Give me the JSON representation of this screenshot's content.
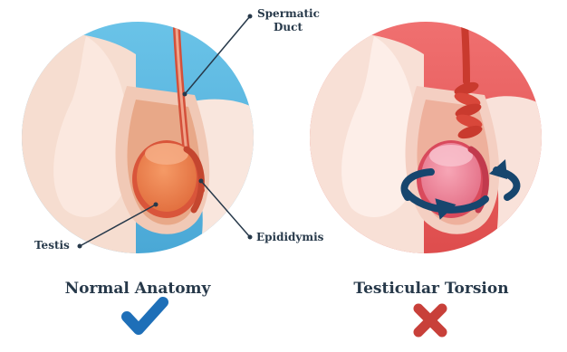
{
  "panels": [
    {
      "heading": "Normal Anatomy",
      "result_icon": "check-icon",
      "result_color": "#1e6fb8",
      "background_color": "#5cb8e0",
      "labels": {
        "spermatic_duct_line1": "Spermatic",
        "spermatic_duct_line2": "Duct",
        "testis": "Testis",
        "epididymis": "Epididymis"
      }
    },
    {
      "heading": "Testicular Torsion",
      "result_icon": "cross-icon",
      "result_color": "#c8403a",
      "background_color": "#e75a5a",
      "twist_arrow_color": "#17466e"
    }
  ]
}
